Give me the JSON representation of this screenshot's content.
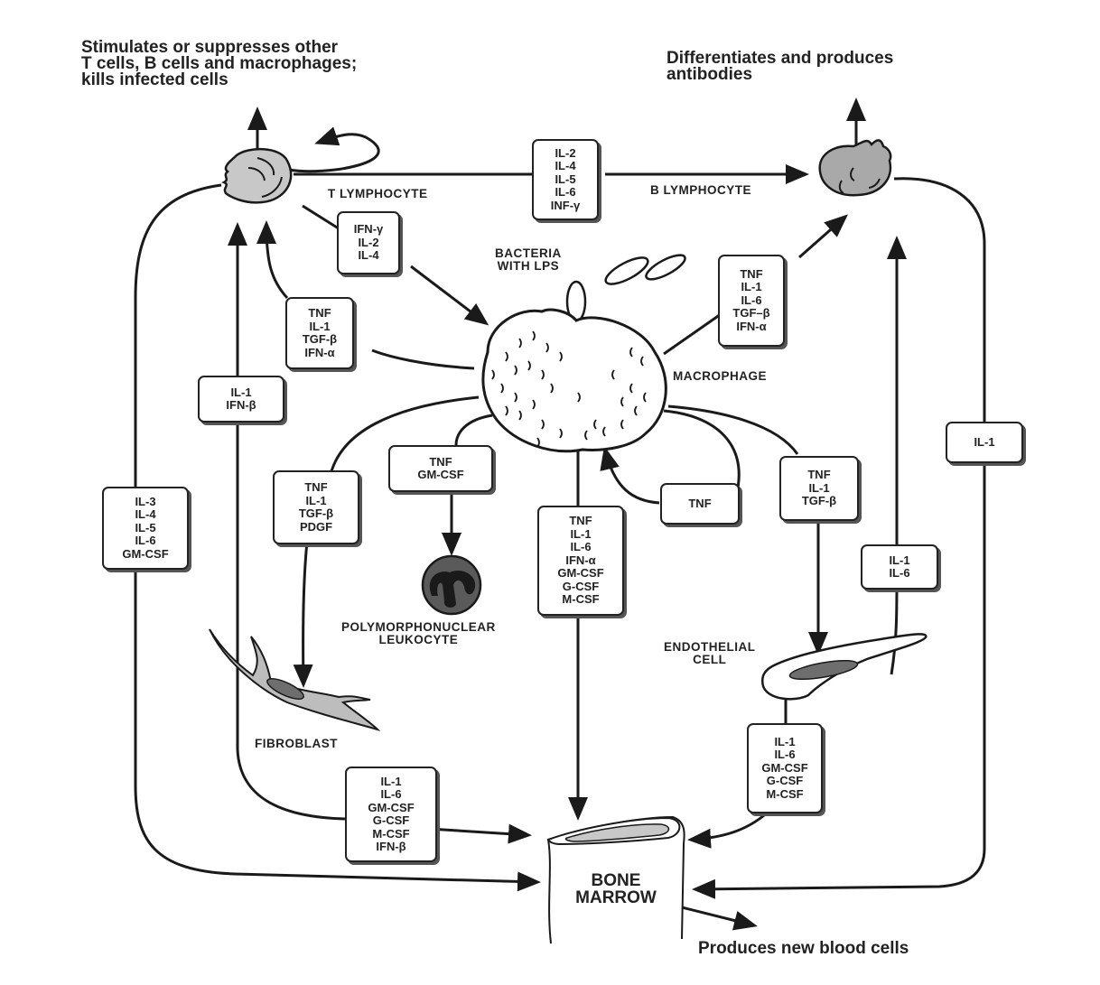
{
  "captions": {
    "t_cell_function": "Stimulates or suppresses other\nT cells, B cells and macrophages;\nkills infected cells",
    "b_cell_function": "Differentiates and produces\nantibodies",
    "bone_marrow_function": "Produces new blood cells"
  },
  "cells": {
    "t_lymphocyte": "T LYMPHOCYTE",
    "b_lymphocyte": "B LYMPHOCYTE",
    "bacteria": "BACTERIA\nWITH LPS",
    "macrophage": "MACROPHAGE",
    "pmn": "POLYMORPHONUCLEAR\nLEUKOCYTE",
    "fibroblast": "FIBROBLAST",
    "endothelial": "ENDOTHELIAL\nCELL",
    "bone_marrow": "BONE\nMARROW"
  },
  "cytokine_boxes": {
    "t_to_b": [
      "IL-2",
      "IL-4",
      "IL-5",
      "IL-6",
      "INF-γ"
    ],
    "t_to_macrophage": [
      "IFN-γ",
      "IL-2",
      "IL-4"
    ],
    "macrophage_to_t": [
      "TNF",
      "IL-1",
      "TGF-β",
      "IFN-α"
    ],
    "macrophage_to_b": [
      "TNF",
      "IL-1",
      "IL-6",
      "TGF–β",
      "IFN-α"
    ],
    "fibroblast_to_t": [
      "IL-1",
      "IFN-β"
    ],
    "t_to_marrow": [
      "IL-3",
      "IL-4",
      "IL-5",
      "IL-6",
      "GM-CSF"
    ],
    "macrophage_to_fibroblast": [
      "TNF",
      "IL-1",
      "TGF-β",
      "PDGF"
    ],
    "macrophage_to_pmn": [
      "TNF",
      "GM-CSF"
    ],
    "macrophage_to_marrow": [
      "TNF",
      "IL-1",
      "IL-6",
      "IFN-α",
      "GM-CSF",
      "G-CSF",
      "M-CSF"
    ],
    "macrophage_autocrine": [
      "TNF"
    ],
    "macrophage_to_endothelial": [
      "TNF",
      "IL-1",
      "TGF-β"
    ],
    "b_to_marrow": [
      "IL-1"
    ],
    "endothelial_to_b": [
      "IL-1",
      "IL-6"
    ],
    "endothelial_to_marrow": [
      "IL-1",
      "IL-6",
      "GM-CSF",
      "G-CSF",
      "M-CSF"
    ],
    "fibroblast_to_marrow": [
      "IL-1",
      "IL-6",
      "GM-CSF",
      "G-CSF",
      "M-CSF",
      "IFN-β"
    ]
  },
  "colors": {
    "line": "#1a1a1a",
    "cell_fill": "#c8c8c8",
    "b_cell_fill": "#a9a9a9",
    "pmn_fill": "#5a5a5a",
    "nucleus_fill": "#3a3a3a"
  }
}
